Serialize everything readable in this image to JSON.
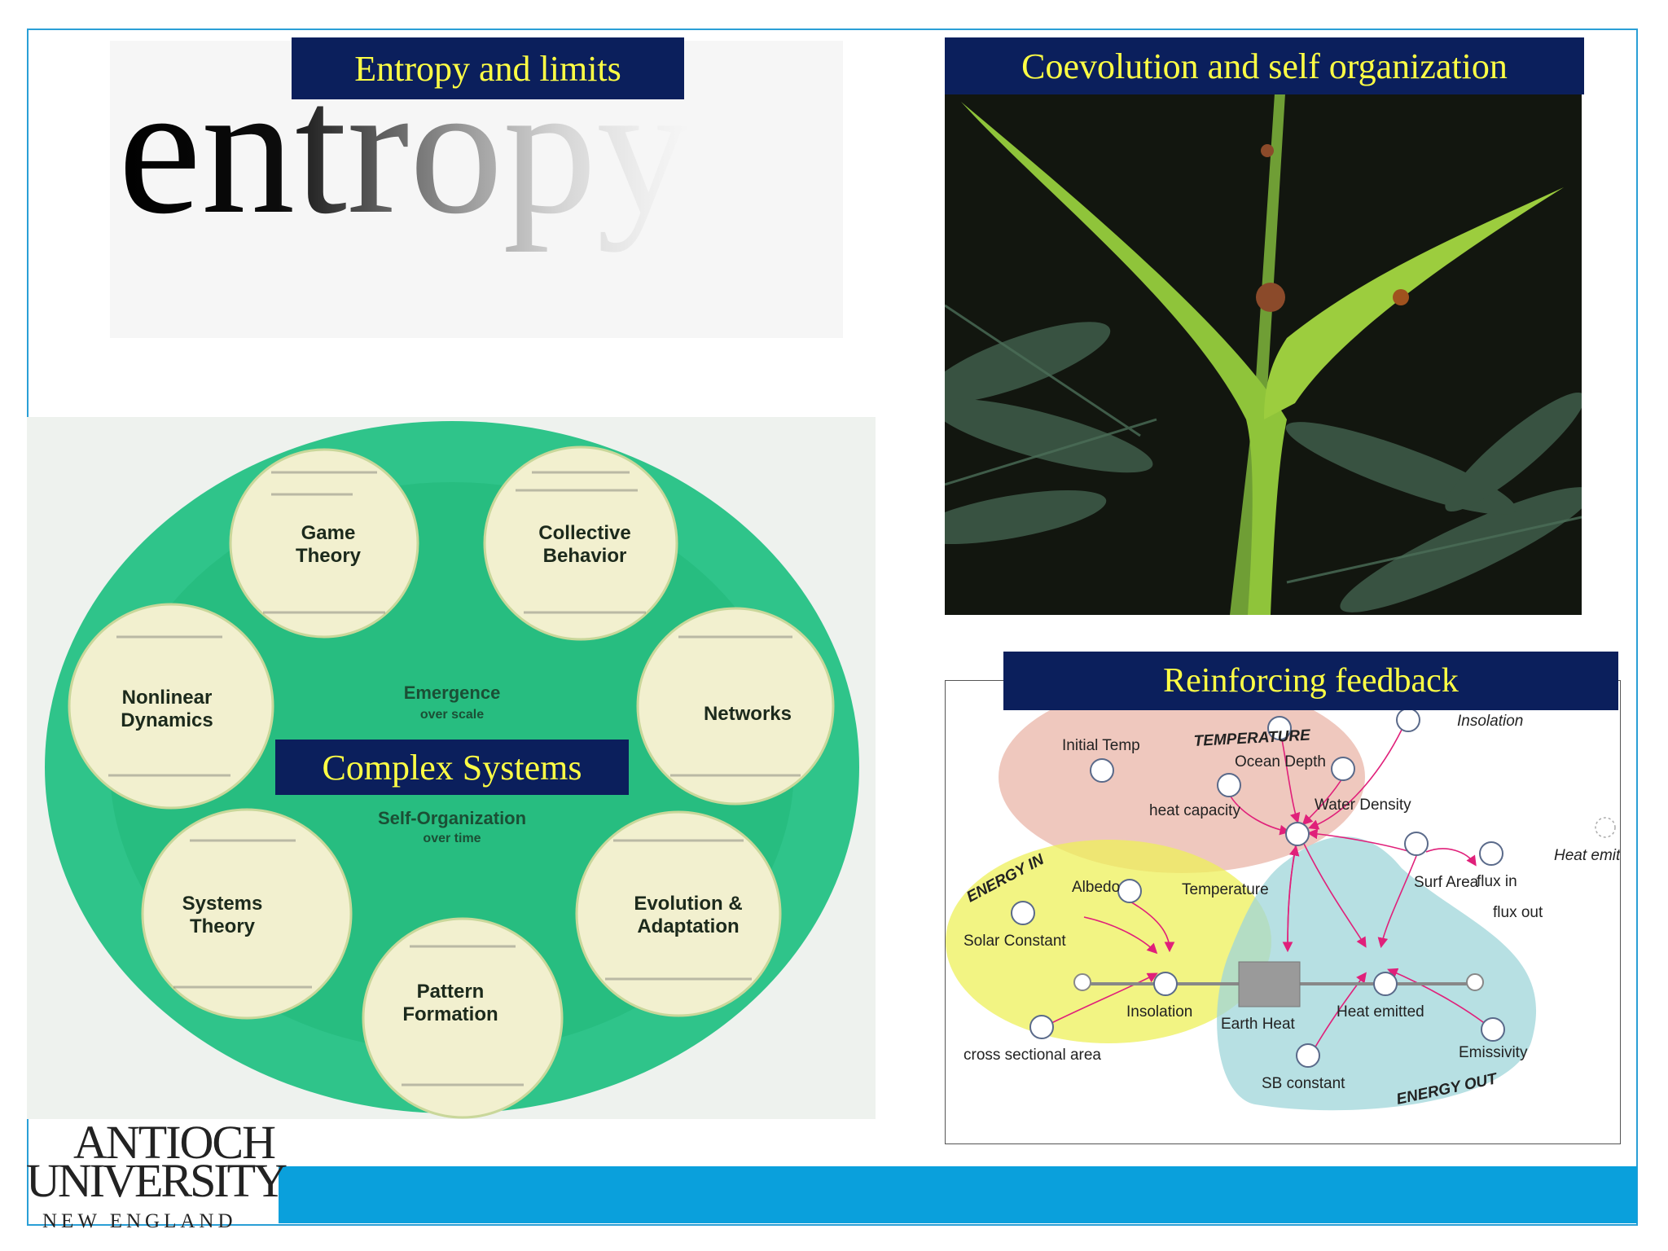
{
  "panels": {
    "entropy": {
      "title": "Entropy and limits",
      "word": "entropy"
    },
    "coevolution": {
      "title": "Coevolution and self organization"
    },
    "complex": {
      "title": "Complex Systems",
      "center_top": "Emergence",
      "center_top_sub": "over scale",
      "center_bottom": "Self-Organization",
      "center_bottom_sub": "over time",
      "circles": [
        {
          "label1": "Game",
          "label2": "Theory"
        },
        {
          "label1": "Collective",
          "label2": "Behavior"
        },
        {
          "label1": "Networks",
          "label2": ""
        },
        {
          "label1": "Evolution &",
          "label2": "Adaptation"
        },
        {
          "label1": "Pattern",
          "label2": "Formation"
        },
        {
          "label1": "Systems",
          "label2": "Theory"
        },
        {
          "label1": "Nonlinear",
          "label2": "Dynamics"
        }
      ]
    },
    "feedback": {
      "title": "Reinforcing feedback",
      "diagram": {
        "temperature_region": "TEMPERATURE",
        "energy_in_region": "ENERGY IN",
        "energy_out_region": "ENERGY OUT",
        "initial_temp": "Initial Temp",
        "ocean_depth": "Ocean Depth",
        "water_density": "Water Density",
        "heat_capacity": "heat capacity",
        "temperature": "Temperature",
        "insolation_top": "Insolation",
        "flux_in": "flux in",
        "heat_emitted_right": "Heat emitted",
        "surf_area": "Surf Area",
        "flux_out": "flux out",
        "albedo": "Albedo",
        "solar_constant": "Solar Constant",
        "insolation": "Insolation",
        "earth_heat": "Earth Heat",
        "heat_emitted": "Heat emitted",
        "cross_sectional_area": "cross sectional area",
        "emissivity": "Emissivity",
        "sb_constant": "SB constant"
      }
    }
  },
  "logo": {
    "line1": "ANTIOCH",
    "line2": "UNIVERSITY",
    "line3": "NEW ENGLAND"
  },
  "colors": {
    "banner_bg": "#0b1f5c",
    "banner_text": "#ffff44",
    "accent_bar": "#0aa0dc"
  }
}
